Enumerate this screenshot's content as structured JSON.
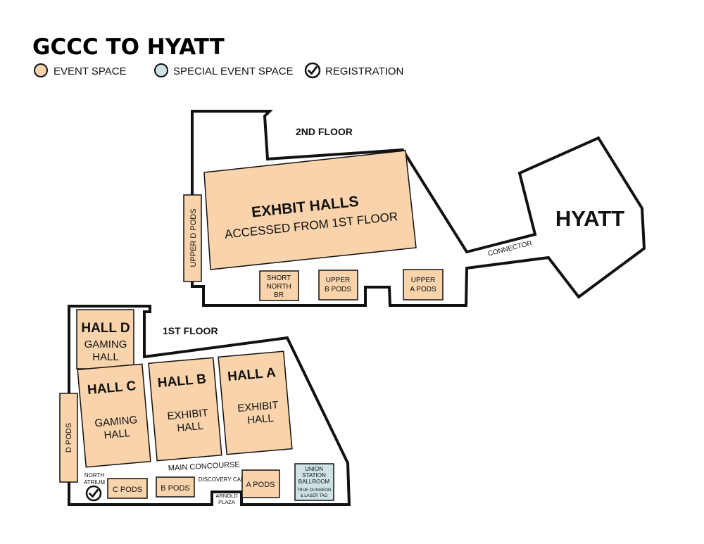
{
  "title": "GCCC TO HYATT",
  "legend": {
    "event_space": "EVENT SPACE",
    "special_event_space": "SPECIAL EVENT SPACE",
    "registration": "REGISTRATION"
  },
  "colors": {
    "event_space": "#f8d3ab",
    "special_event_space": "#cfe3e6",
    "outline": "#111111"
  },
  "floor2": {
    "label": "2ND FLOOR",
    "exhibit_halls_title": "EXHBIT HALLS",
    "exhibit_halls_sub": "ACCESSED FROM 1ST FLOOR",
    "upper_d_pods": "UPPER D PODS",
    "short_north_br": [
      "SHORT",
      "NORTH",
      "BR"
    ],
    "upper_b_pods": [
      "UPPER",
      "B PODS"
    ],
    "upper_a_pods": [
      "UPPER",
      "A PODS"
    ],
    "connector": "CONNECTOR",
    "hyatt": "HYATT"
  },
  "floor1": {
    "label": "1ST FLOOR",
    "hall_d": {
      "name": "HALL D",
      "sub": [
        "GAMING",
        "HALL"
      ]
    },
    "hall_c": {
      "name": "HALL C",
      "sub": [
        "GAMING",
        "HALL"
      ]
    },
    "hall_b": {
      "name": "HALL B",
      "sub": [
        "EXHIBIT",
        "HALL"
      ]
    },
    "hall_a": {
      "name": "HALL A",
      "sub": [
        "EXHIBIT",
        "HALL"
      ]
    },
    "d_pods": "D PODS",
    "main_concourse": "MAIN CONCOURSE",
    "north_atrium": [
      "NORTH",
      "ATRIUM"
    ],
    "c_pods": "C PODS",
    "b_pods": "B PODS",
    "discovery_cafe": "DISCOVERY CAFÉ",
    "arnold_plaza": [
      "ARNOLD",
      "PLAZA"
    ],
    "a_pods": "A PODS",
    "union_station": [
      "UNION",
      "STATION",
      "BALLROOM"
    ],
    "true_dungeon": [
      "TRUE DUNGEON",
      "& LASER TAG"
    ]
  },
  "icons": {
    "registration": "check-circle-icon"
  }
}
